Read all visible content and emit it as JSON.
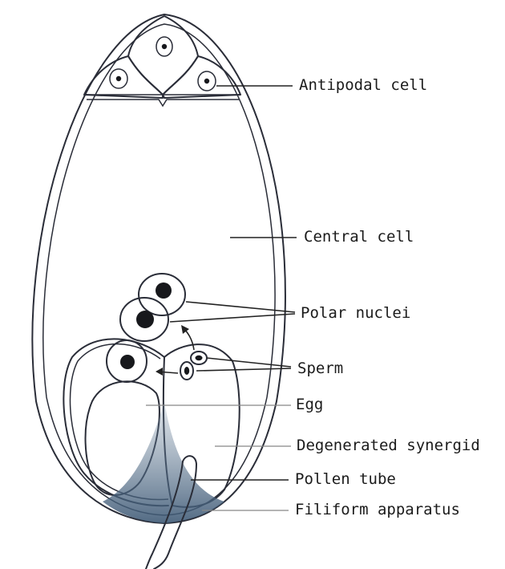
{
  "labels": {
    "antipodal": "Antipodal cell",
    "central": "Central cell",
    "polar": "Polar nuclei",
    "sperm": "Sperm",
    "egg": "Egg",
    "synergid": "Degenerated synergid",
    "pollen": "Pollen tube",
    "filiform": "Filiform apparatus"
  },
  "colors": {
    "ink": "#2a2d38",
    "shading": "#4f6b86"
  }
}
